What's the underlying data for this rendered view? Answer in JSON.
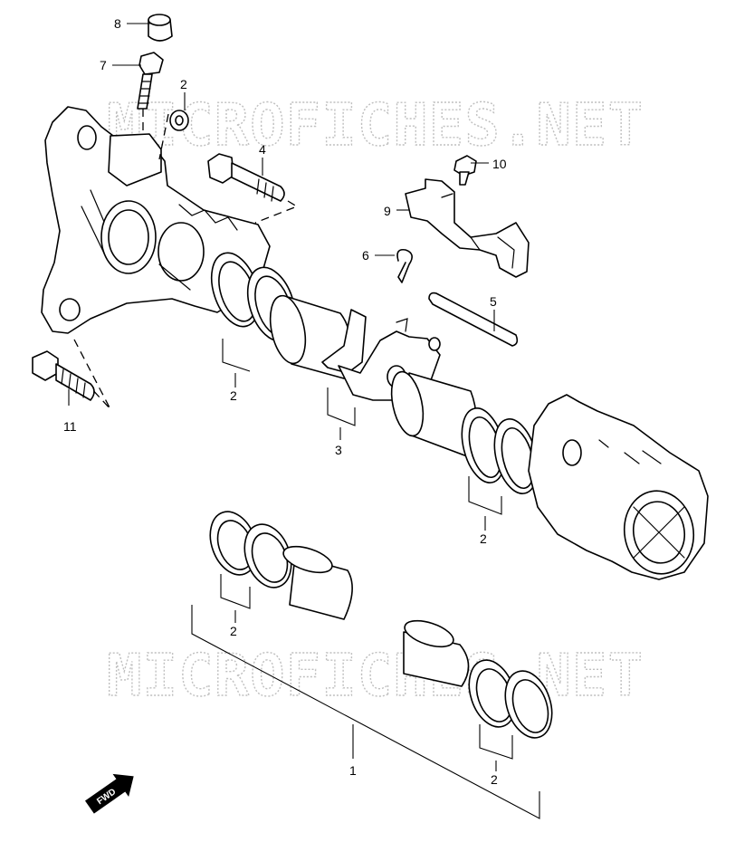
{
  "watermark": "MICROFICHES.NET",
  "fwd_label": "FWD",
  "callouts": {
    "c1": "1",
    "c2a": "2",
    "c2b": "2",
    "c2c": "2",
    "c2d": "2",
    "c2e": "2",
    "c3": "3",
    "c4": "4",
    "c5": "5",
    "c6": "6",
    "c7": "7",
    "c8": "8",
    "c9": "9",
    "c10": "10",
    "c11": "11"
  }
}
